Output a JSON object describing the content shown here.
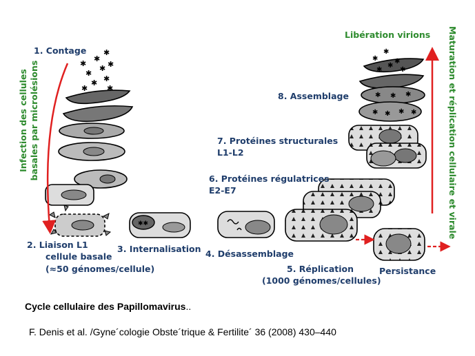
{
  "labels": {
    "contage": "1. Contage",
    "liaison_l1": "2. Liaison L1",
    "cellule_basale": "cellule basale",
    "genomes_cellule": "(≈50 génomes/cellule)",
    "internalisation": "3. Internalisation",
    "desassemblage": "4. Désassemblage",
    "replication": "5. Réplication",
    "genomes_cellules": "(1000 génomes/cellules)",
    "persistance": "Persistance",
    "proteines_regulatrices": "6. Protéines régulatrices",
    "e2_e7": "E2-E7",
    "proteines_structurales": "7. Protéines structurales",
    "l1_l2": "L1-L2",
    "assemblage": "8. Assemblage",
    "liberation_virions": "Libération virions"
  },
  "side_labels": {
    "infection_line1": "Infection des cellules",
    "infection_line2": "basales par microlésions",
    "maturation": "Maturation et réplication cellulaire et virale"
  },
  "caption": {
    "title": "Cycle cellulaire des Papillomavirus",
    "title_suffix": "..",
    "citation": "F. Denis et al. /Gyne´cologie Obste´trique & Fertilite´ 36 (2008) 430–440"
  },
  "colors": {
    "label_text": "#1f3d6b",
    "side_label": "#2e8b2e",
    "arrow": "#e02020",
    "cell_fill": "#d9d9d9",
    "nucleus_fill": "#8c8c8c",
    "dark_cell": "#555555"
  }
}
